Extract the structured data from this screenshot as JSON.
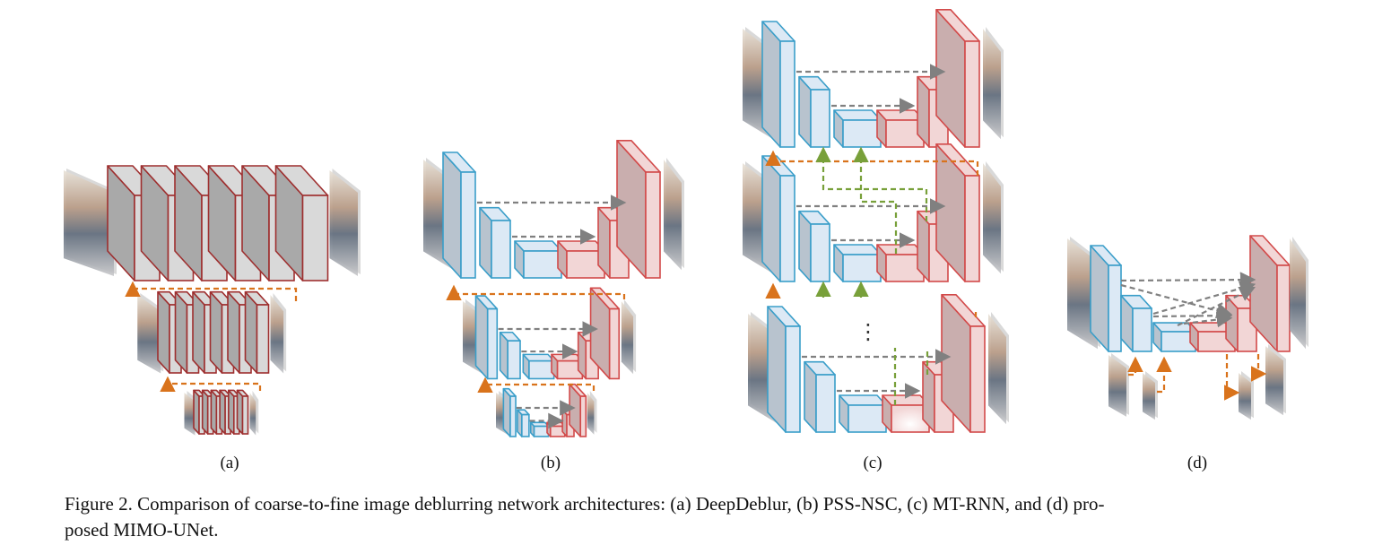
{
  "figure": {
    "number": "Figure 2.",
    "caption": "Figure 2. Comparison of coarse-to-fine image deblurring network architectures: (a) DeepDeblur, (b) PSS-NSC, (c) MT-RNN, and (d) proposed MIMO-UNet.",
    "caption_line1": "Figure 2. Comparison of coarse-to-fine image deblurring network architectures: (a) DeepDeblur, (b) PSS-NSC, (c) MT-RNN, and (d) pro-",
    "caption_line2": "posed MIMO-UNet."
  },
  "panels": [
    {
      "id": "a",
      "label": "(a)",
      "method": "DeepDeblur",
      "structure": "multi-scale stacked conv blocks (3 scales, 6 blocks each)"
    },
    {
      "id": "b",
      "label": "(b)",
      "method": "PSS-NSC",
      "structure": "stacked U-Nets at 3 scales"
    },
    {
      "id": "c",
      "label": "(c)",
      "method": "MT-RNN",
      "structure": "recurrent U-Nets with feature recurrence",
      "ellipsis": "⋮"
    },
    {
      "id": "d",
      "label": "(d)",
      "method": "MIMO-UNet",
      "structure": "single U-Net with multi-input multi-output and cross-scale skip connections"
    }
  ],
  "colors": {
    "encoder_fill": "#dce9f5",
    "encoder_side": "#b8c3ce",
    "encoder_stroke": "#3a9ec9",
    "decoder_fill": "#f2d6d6",
    "decoder_side": "#c9aeae",
    "decoder_stroke": "#d24a4a",
    "block_fill": "#d9d9d9",
    "block_side": "#a9a9a9",
    "block_stroke": "#9e2f2f",
    "skip_arrow": "#808080",
    "scale_arrow": "#d9731c",
    "recurrent_arrow": "#78a03a"
  }
}
